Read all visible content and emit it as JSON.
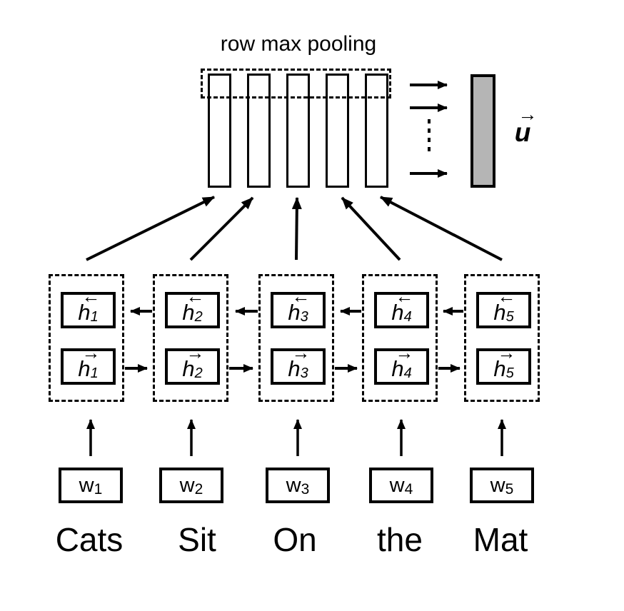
{
  "title": "row max pooling",
  "output": {
    "label": "u",
    "arrow": "→",
    "bar_color": "#b5b5b5"
  },
  "glyphs": {
    "backward_arrow": "←",
    "forward_arrow": "→"
  },
  "columns": [
    {
      "h": "h",
      "w": "w",
      "sub": "1",
      "word": "Cats"
    },
    {
      "h": "h",
      "w": "w",
      "sub": "2",
      "word": "Sit"
    },
    {
      "h": "h",
      "w": "w",
      "sub": "3",
      "word": "On"
    },
    {
      "h": "h",
      "w": "w",
      "sub": "4",
      "word": "the"
    },
    {
      "h": "h",
      "w": "w",
      "sub": "5",
      "word": "Mat"
    }
  ],
  "colors": {
    "line": "#000000",
    "background": "#ffffff"
  }
}
